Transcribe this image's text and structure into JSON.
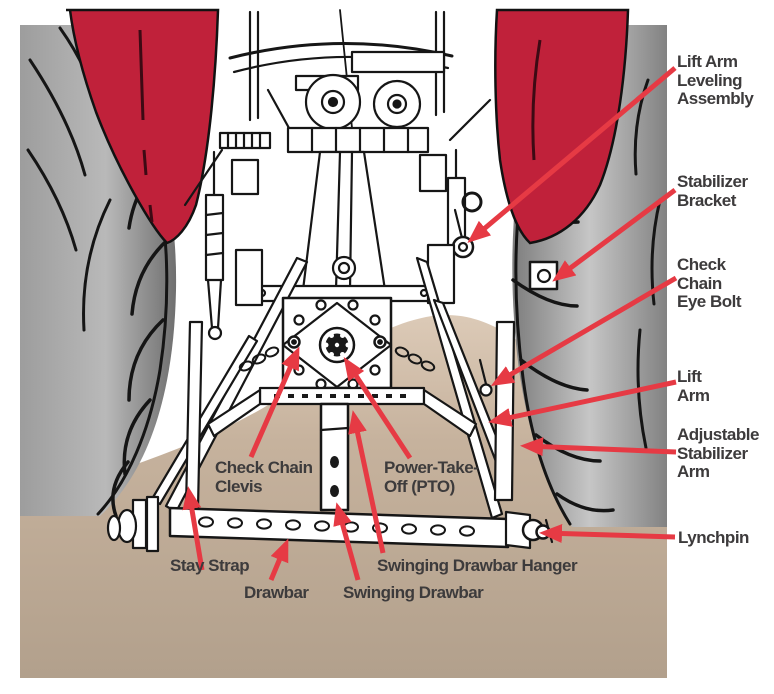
{
  "diagram": {
    "subject": "Tractor rear three-point hitch components",
    "colors": {
      "arrow_red": "#e63a44",
      "fender_red": "#c0213a",
      "ground_tan": "#b2a08c",
      "tire_gray": "#8f8f8f",
      "label_text": "#3d3b3c",
      "line_art": "#161616"
    },
    "callouts": {
      "right_column": [
        {
          "id": "lift-arm-leveling-assembly",
          "label": "Lift Arm\nLeveling\nAssembly"
        },
        {
          "id": "stabilizer-bracket",
          "label": "Stabilizer\nBracket"
        },
        {
          "id": "check-chain-eye-bolt",
          "label": "Check Chain\nEye Bolt"
        },
        {
          "id": "lift-arm",
          "label": "Lift\nArm"
        },
        {
          "id": "adjustable-stabilizer-arm",
          "label": "Adjustable\nStabilizer\nArm"
        },
        {
          "id": "lynchpin",
          "label": "Lynchpin"
        }
      ],
      "bottom": [
        {
          "id": "check-chain-clevis",
          "label": "Check Chain\nClevis"
        },
        {
          "id": "power-take-off",
          "label": "Power-Take-\nOff (PTO)"
        },
        {
          "id": "stay-strap",
          "label": "Stay Strap"
        },
        {
          "id": "drawbar",
          "label": "Drawbar"
        },
        {
          "id": "swinging-drawbar-hanger",
          "label": "Swinging Drawbar Hanger"
        },
        {
          "id": "swinging-drawbar",
          "label": "Swinging Drawbar"
        }
      ]
    }
  }
}
